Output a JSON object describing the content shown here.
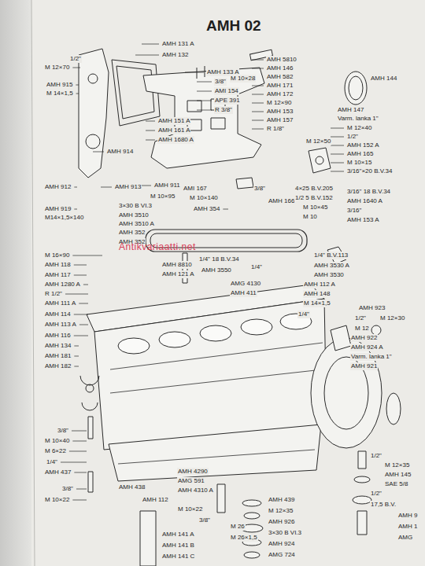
{
  "diagram": {
    "title": "AMH 02",
    "labels": [
      "1/2\"",
      "M 12×70",
      "AMH 131 A",
      "AMH 132",
      "AMH 915",
      "M 14×1,5",
      "AMH 133 A",
      "3/8\"",
      "AMI 154",
      "APE 391",
      "R 3/8\"",
      "AMH 151 A",
      "AMH 161 A",
      "AMH 1680 A",
      "AMH 914",
      "AMH 912",
      "AMH 913",
      "AMH 911",
      "AMI 167",
      "M 10×95",
      "M 10×140",
      "AMH 354",
      "3×30 B VI.3",
      "AMH 3510",
      "AMH 3510 A",
      "AMH 352",
      "AMH 352",
      "AMH 919",
      "M14×1,5×140",
      "AMH 8810",
      "AMH 121 A",
      "1/4\" 18 B.V.34",
      "AMH 3550",
      "1/4\"",
      "AMH 5810",
      "AMH 146",
      "AMH 582",
      "M 10×28",
      "AMH 171",
      "AMH 172",
      "M 12×90",
      "AMH 153",
      "AMH 157",
      "R 1/8\"",
      "M 12×50",
      "AMH 144",
      "AMH 147",
      "Varm. lanka 1\"",
      "M 12×40",
      "1/2\"",
      "AMH 152 A",
      "AMH 165",
      "M 10×15",
      "3/16\"×20 B.V.34",
      "3/8\"",
      "AMH 166",
      "4×25 B.V.205",
      "1/2 5 B.V.152",
      "M 10×45",
      "M 10",
      "3/16\" 18 B.V.34",
      "AMH 1640 A",
      "3/16\"",
      "AMH 153 A",
      "1/4\" B.V.113",
      "AMH 3530 A",
      "AMH 3530",
      "AMG 4130",
      "AMH 411",
      "AMH 112 A",
      "AMH 148",
      "M 14×1,5",
      "1/4\"",
      "AMH 923",
      "1/2\"",
      "M 12×30",
      "M 12",
      "AMH 922",
      "AMH 924 A",
      "Varm. lanka 1\"",
      "AMH 921",
      "M 16×90",
      "AMH 118",
      "AMH 117",
      "AMH 1280 A",
      "R 1/2\"",
      "AMH 111 A",
      "AMH 114",
      "AMH 113 A",
      "AMH 116",
      "AMH 134",
      "AMH 181",
      "AMH 182",
      "3/8\"",
      "M 10×40",
      "M 6×22",
      "1/4\"",
      "AMH 437",
      "3/8\"",
      "M 10×22",
      "AMH 438",
      "AMH 4290",
      "AMG 591",
      "AMH 4310 A",
      "AMH 112",
      "M 10×22",
      "3/8\"",
      "AMH 141 A",
      "AMH 141 B",
      "AMH 141 C",
      "M 26",
      "M 26×1,5",
      "AMH 439",
      "M 12×35",
      "AMH 926",
      "3×30 B VI.3",
      "AMH 924",
      "AMG 724",
      "1/2\"",
      "M 12×35",
      "AMH 145",
      "SAE 5/8",
      "1/2\"",
      "17,5 B.V.",
      "AMH 9",
      "AMH 1",
      "AMG",
      "Antikvariaatti.net"
    ]
  }
}
